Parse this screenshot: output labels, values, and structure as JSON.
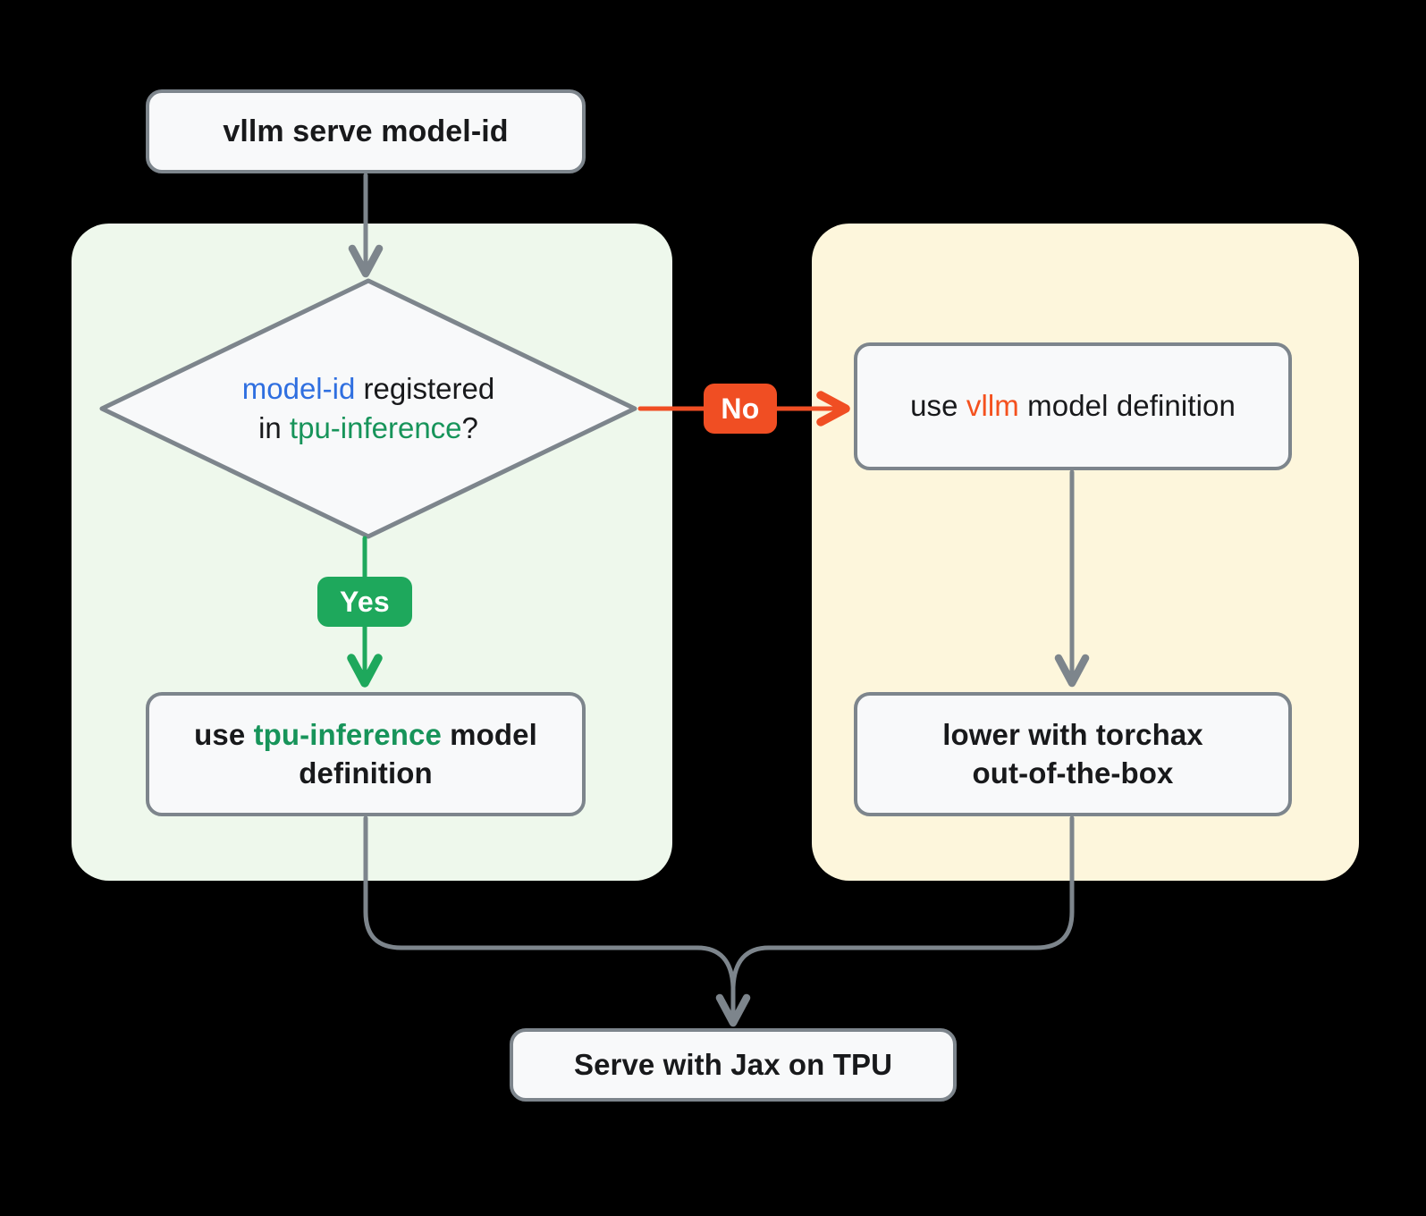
{
  "diagram": {
    "title": "vLLM TPU serving model-definition decision flow",
    "background": "#000000",
    "groups": [
      {
        "id": "green-group",
        "label": "",
        "fill": "#EEF8EC"
      },
      {
        "id": "yellow-group",
        "label": "",
        "fill": "#FDF6DC"
      }
    ],
    "colors": {
      "node_fill": "#F8F9FA",
      "node_stroke": "#7D858C",
      "text": "#18191B",
      "accent_blue": "#2F6FE0",
      "accent_green": "#17945A",
      "accent_orange": "#F4511E",
      "yes_badge": "#1EA85C",
      "no_badge": "#F04E23",
      "group_green": "#EEF8EC",
      "group_yellow": "#FDF6DC"
    },
    "nodes": {
      "start": {
        "text": "vllm serve model-id"
      },
      "decision": {
        "line1_part1": "model-id",
        "line1_part2": " registered",
        "line2_part1": "in ",
        "line2_part2": "tpu-inference",
        "line2_part3": "?"
      },
      "vllm_definition": {
        "part1": "use ",
        "part2": "vllm",
        "part3": " model definition"
      },
      "tpu_definition": {
        "part1": "use ",
        "part2": "tpu-inference",
        "part3": " model",
        "line2": "definition"
      },
      "torchax": {
        "line1": "lower with torchax",
        "line2": "out-of-the-box"
      },
      "serve": {
        "text": "Serve with Jax on TPU"
      }
    },
    "edges": {
      "start_to_decision": {
        "label": "",
        "color": "#7D858C"
      },
      "decision_to_tpu": {
        "label": "Yes",
        "color": "#1EA85C"
      },
      "decision_to_vllm": {
        "label": "No",
        "color": "#F04E23"
      },
      "vllm_to_torchax": {
        "label": "",
        "color": "#7D858C"
      },
      "tpu_to_serve": {
        "label": "",
        "color": "#7D858C"
      },
      "torchax_to_serve": {
        "label": "",
        "color": "#7D858C"
      }
    }
  }
}
